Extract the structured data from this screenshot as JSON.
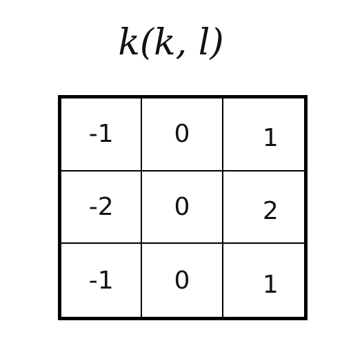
{
  "title": {
    "text": "k(k, l)"
  },
  "kernel": {
    "rows": [
      [
        "-1",
        "0",
        "1"
      ],
      [
        "-2",
        "0",
        "2"
      ],
      [
        "-1",
        "0",
        "1"
      ]
    ]
  }
}
